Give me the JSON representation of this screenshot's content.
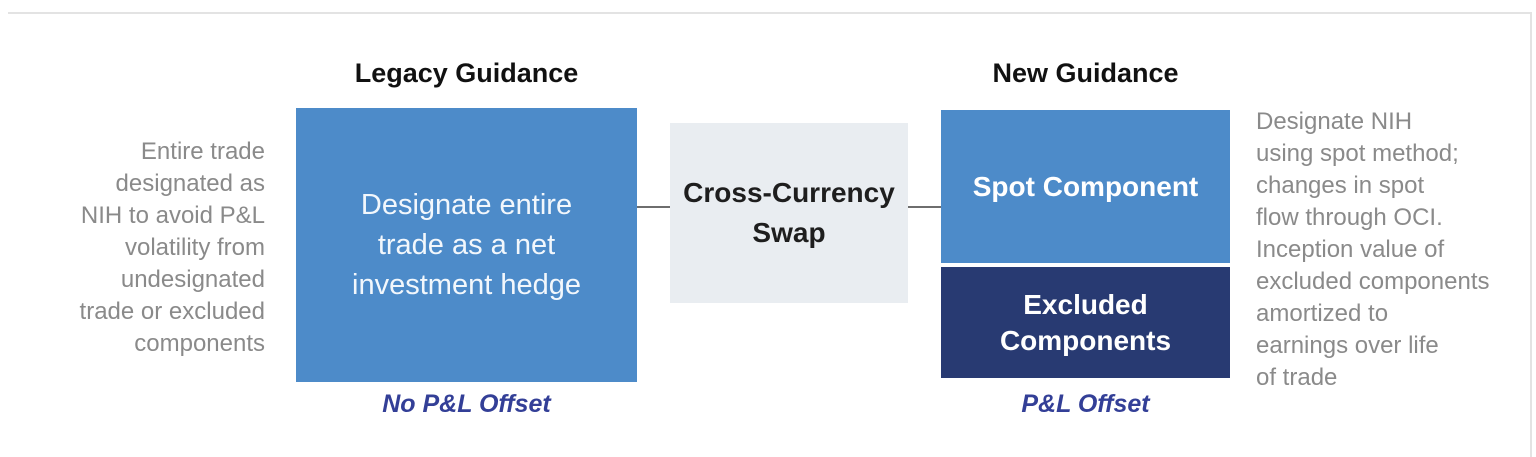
{
  "colors": {
    "medium_blue": "#4d8bc9",
    "dark_navy": "#283a72",
    "swap_box_gray": "#e9edf1",
    "note_gray": "#8a8a8a",
    "caption_navy": "#333f97",
    "connector_gray": "#6e6e6e",
    "frame_border": "#e3e3e3"
  },
  "legacy": {
    "heading": "Legacy Guidance",
    "note": "Entire trade\ndesignated as\nNIH to avoid P&L\nvolatility from\nundesignated\ntrade or excluded\ncomponents",
    "box_label": "Designate entire\ntrade as a net\ninvestment hedge",
    "caption": "No P&L Offset"
  },
  "center": {
    "box_label": "Cross-Currency\nSwap"
  },
  "new_guidance": {
    "heading": "New Guidance",
    "spot_label": "Spot Component",
    "excluded_label": "Excluded\nComponents",
    "caption": "P&L Offset",
    "note": "Designate NIH\nusing spot method;\nchanges in spot\nflow through OCI.\nInception value of\nexcluded components\namortized to\nearnings over life\nof trade"
  }
}
